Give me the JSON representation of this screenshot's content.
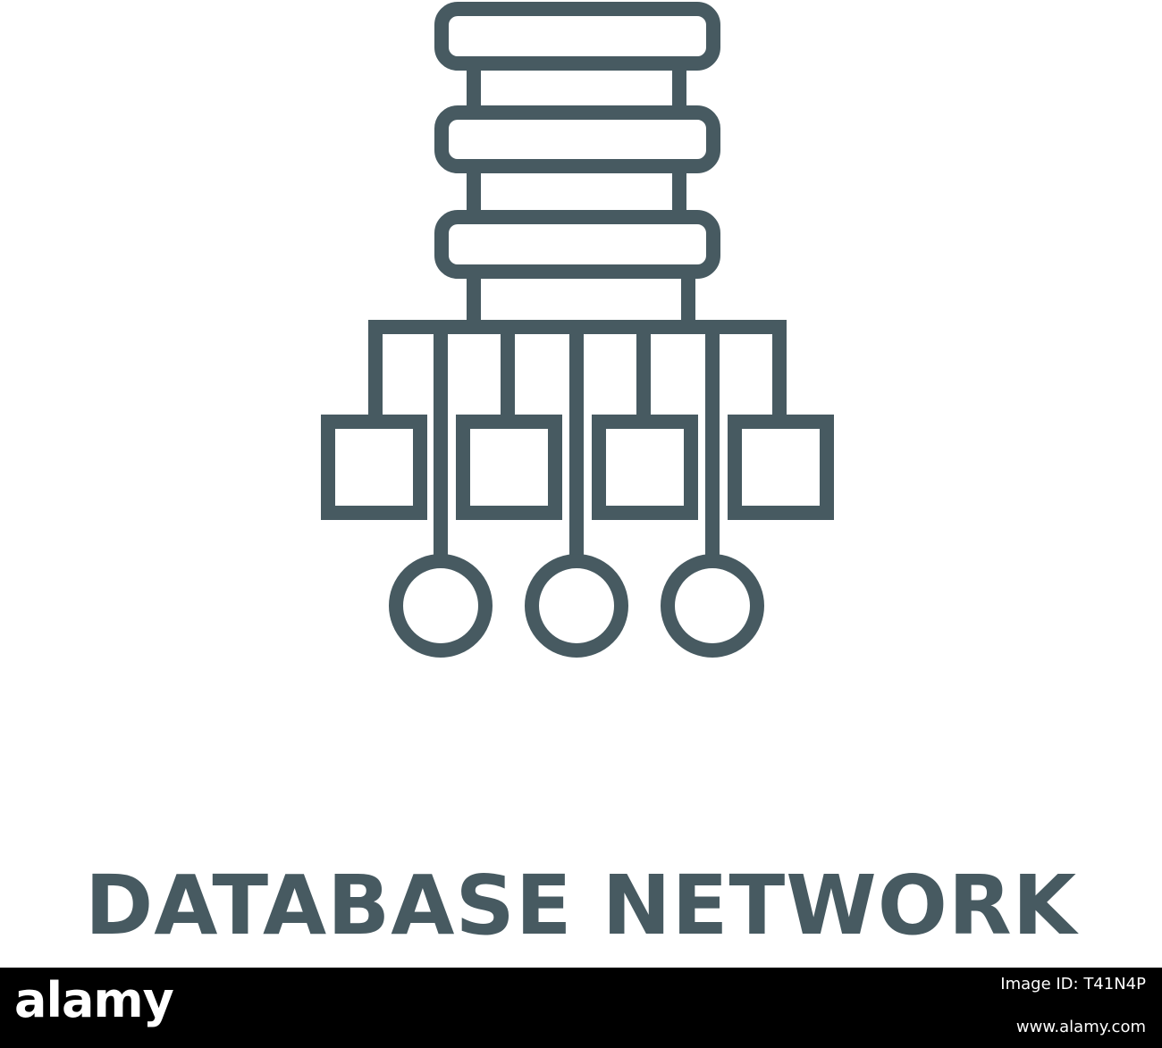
{
  "caption": {
    "text": "DATABASE NETWORK",
    "color": "#475a61"
  },
  "icon": {
    "name": "database-network-icon",
    "stroke_color": "#475a61"
  },
  "footer": {
    "brand": "alamy",
    "image_id": "Image ID: T41N4P",
    "site": "www.alamy.com",
    "background": "#000000",
    "text_color": "#ffffff"
  }
}
